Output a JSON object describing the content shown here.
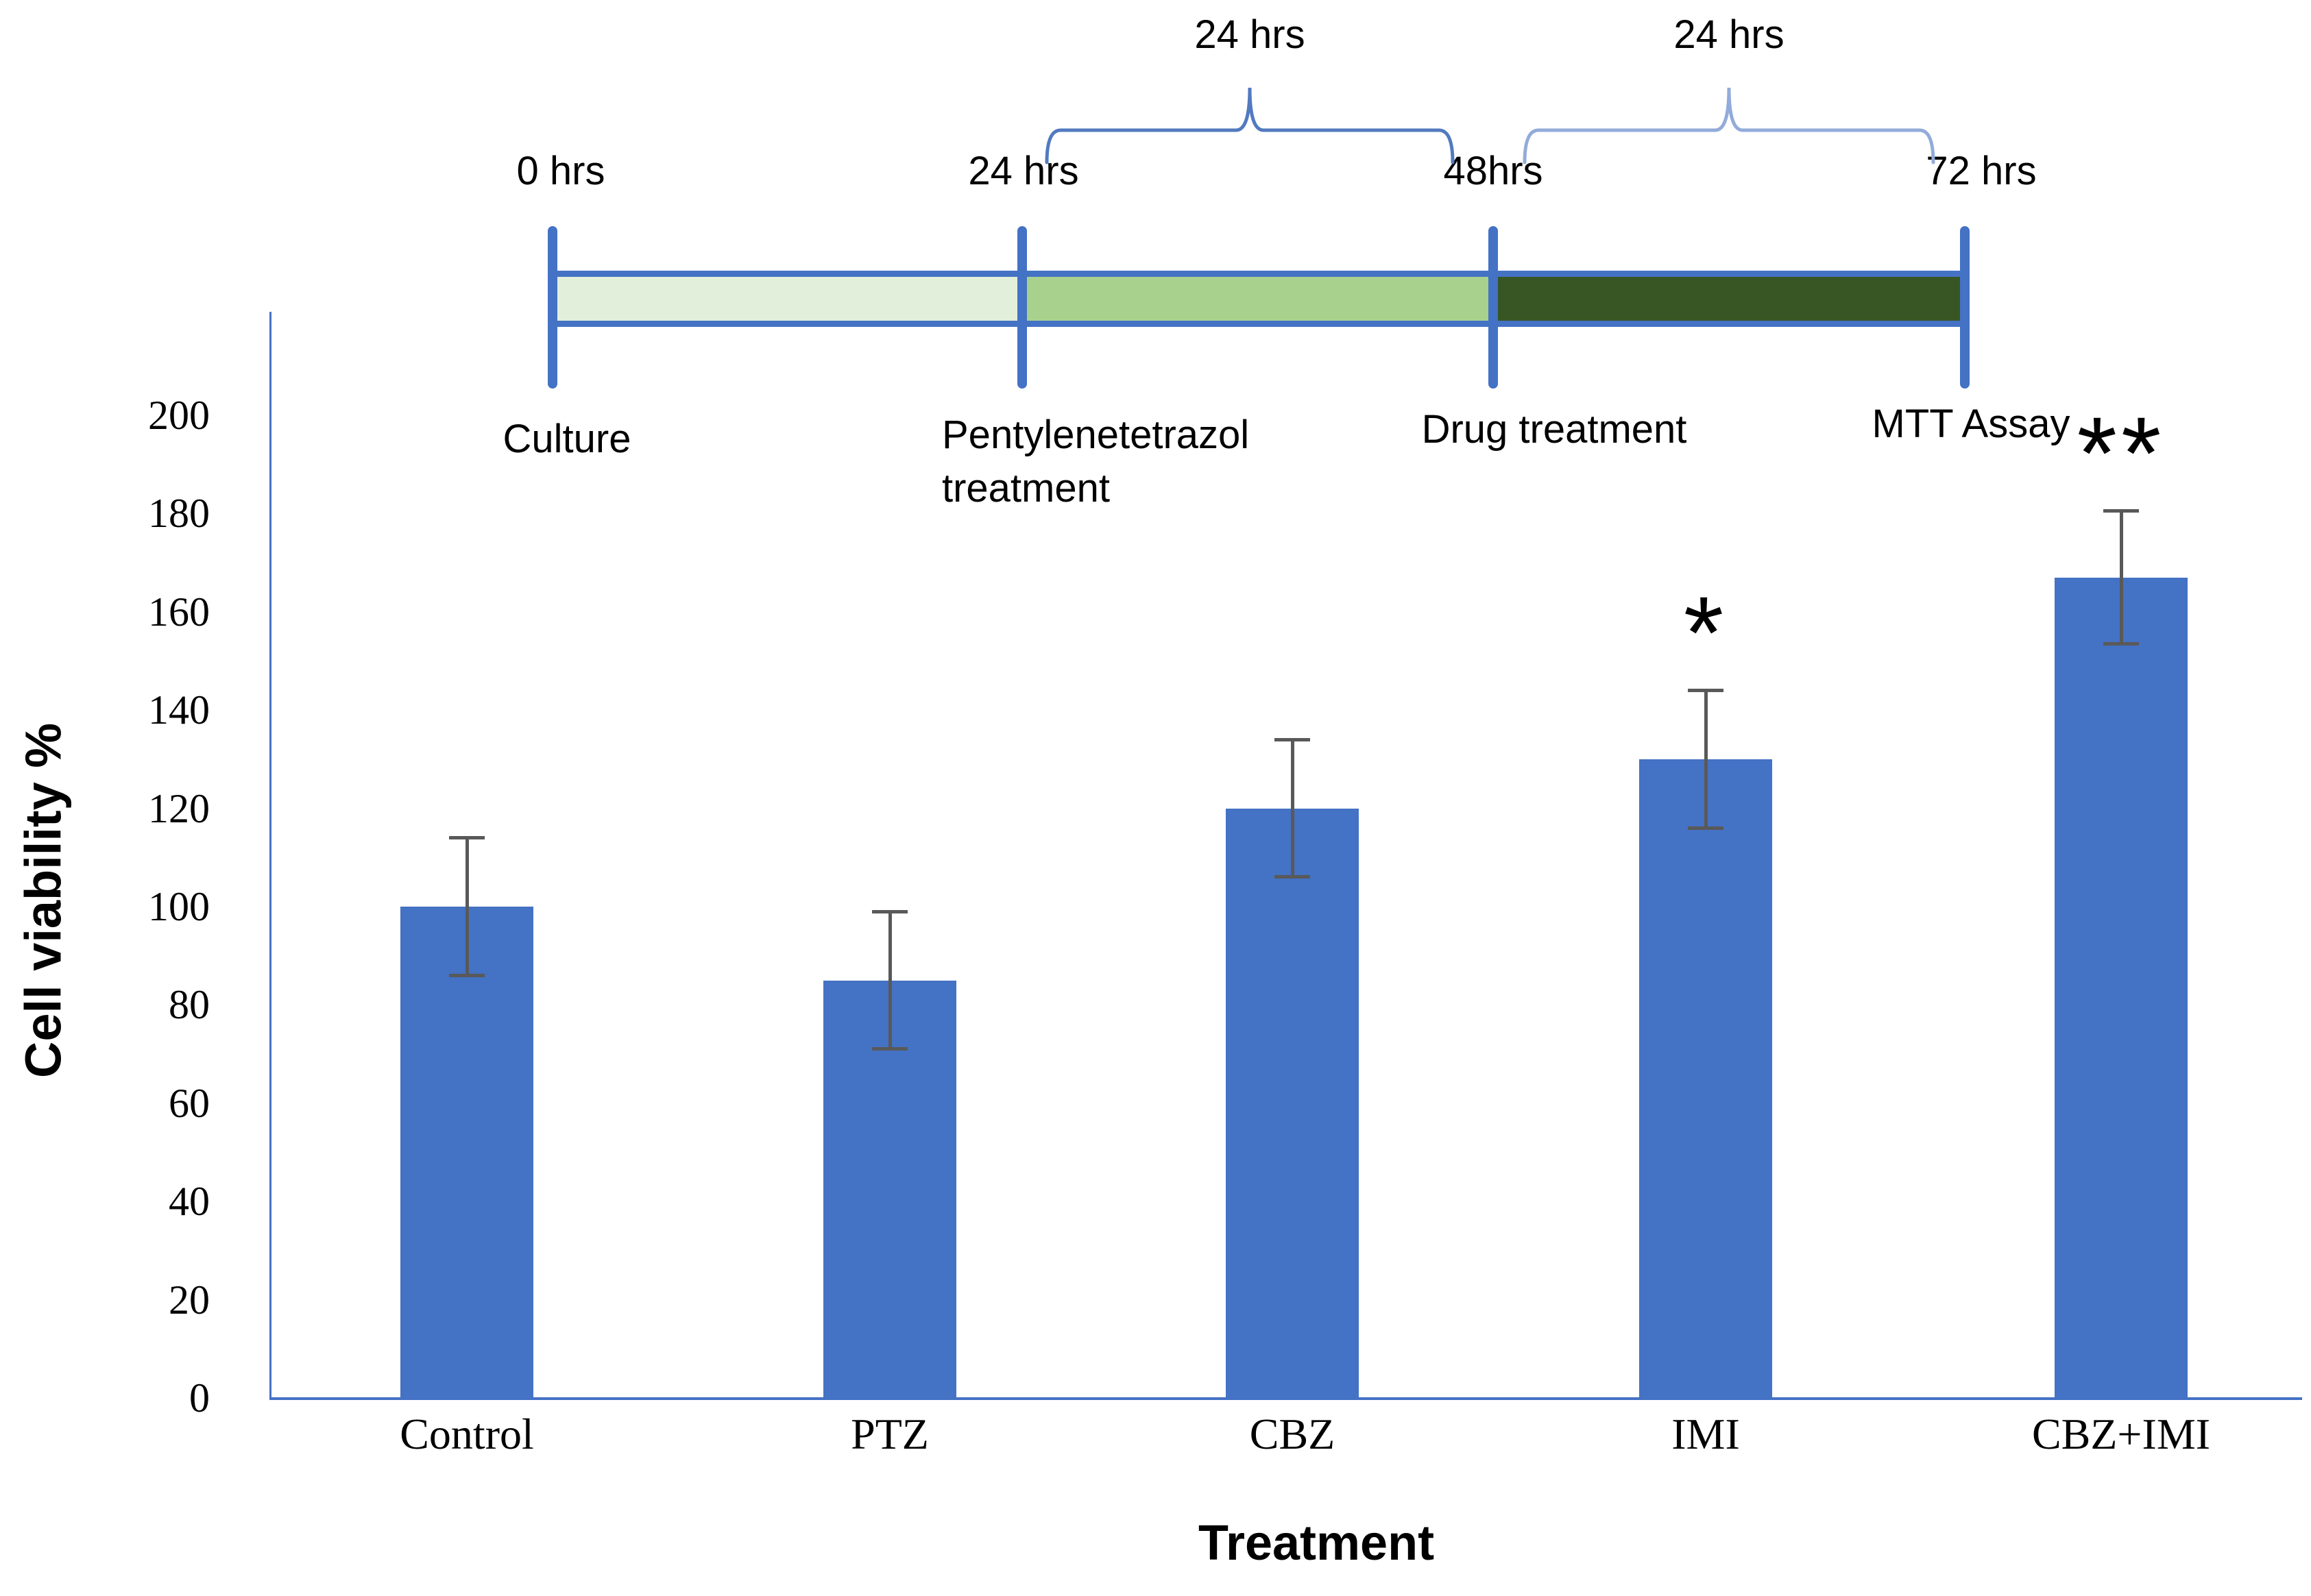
{
  "chart_data": {
    "type": "bar",
    "title": "",
    "xlabel": "Treatment",
    "ylabel": "Cell viability %",
    "categories": [
      "Control",
      "PTZ",
      "CBZ",
      "IMI",
      "CBZ+IMI"
    ],
    "values": [
      100,
      85,
      120,
      130,
      167
    ],
    "error_bars": [
      14,
      14,
      14,
      14,
      13.5
    ],
    "significance": [
      "",
      "",
      "",
      "*",
      "**"
    ],
    "ylim": [
      0,
      200
    ],
    "ytick_step": 20,
    "grid": false,
    "legend": false,
    "bar_color": "#4472C4",
    "error_color": "#595959",
    "axis_color": "#4472C4"
  },
  "timeline": {
    "time_labels": [
      "0 hrs",
      "24 hrs",
      "48hrs",
      "72 hrs"
    ],
    "phase_labels": [
      "Culture",
      "Pentylenetetrazol\ntreatment",
      "Drug treatment",
      "MTT Assay"
    ],
    "brace_labels": [
      "24 hrs",
      "24 hrs"
    ],
    "segment_colors": [
      "#E2EFDA",
      "#A9D18E",
      "#375623"
    ],
    "tick_color": "#4472C4",
    "border_color": "#4472C4",
    "brace_colors": [
      "#527AC0",
      "#93ABDA"
    ]
  }
}
